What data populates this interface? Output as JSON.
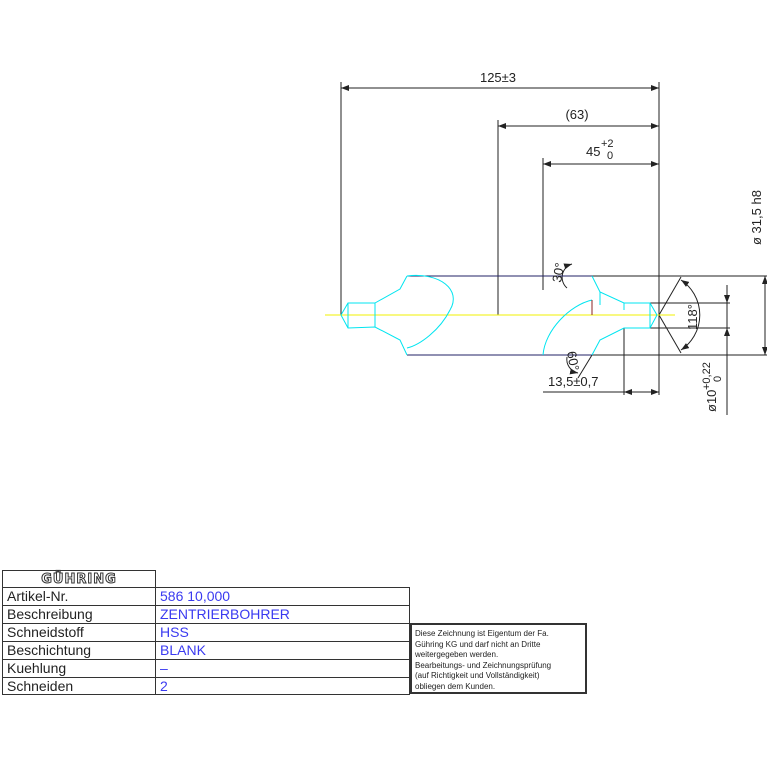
{
  "drawing": {
    "dimensions": {
      "overall_length": "125±3",
      "ref_length": "(63)",
      "shank_length_base": "45",
      "shank_length_upper": "+2",
      "shank_length_lower": "0",
      "body_diameter": "ø 31,5 h8",
      "pilot_diameter_base": "ø10",
      "pilot_diameter_upper": "+0,22",
      "pilot_diameter_lower": "0",
      "pilot_length": "13,5±0,7",
      "point_angle": "118°",
      "chamfer_angle_top": "30°",
      "chamfer_angle_bottom": "60°"
    },
    "colors": {
      "outline": "#00e5f0",
      "centerline": "#f0f000",
      "dimension": "#222222",
      "value_text": "#3a3af0"
    }
  },
  "title_block": {
    "logo": "GÜHRING",
    "rows": [
      {
        "label": "Artikel-Nr.",
        "value": "586 10,000"
      },
      {
        "label": "Beschreibung",
        "value": "ZENTRIERBOHRER"
      },
      {
        "label": "Schneidstoff",
        "value": "HSS"
      },
      {
        "label": "Beschichtung",
        "value": "BLANK"
      },
      {
        "label": "Kuehlung",
        "value": "–"
      },
      {
        "label": "Schneiden",
        "value": "2"
      }
    ],
    "notice": [
      "Diese Zeichnung ist Eigentum der Fa.",
      "Gühring KG und darf nicht an Dritte",
      "weitergegeben werden.",
      "Bearbeitungs- und Zeichnungsprüfung",
      "(auf Richtigkeit und Vollständigkeit)",
      "obliegen dem Kunden."
    ]
  }
}
